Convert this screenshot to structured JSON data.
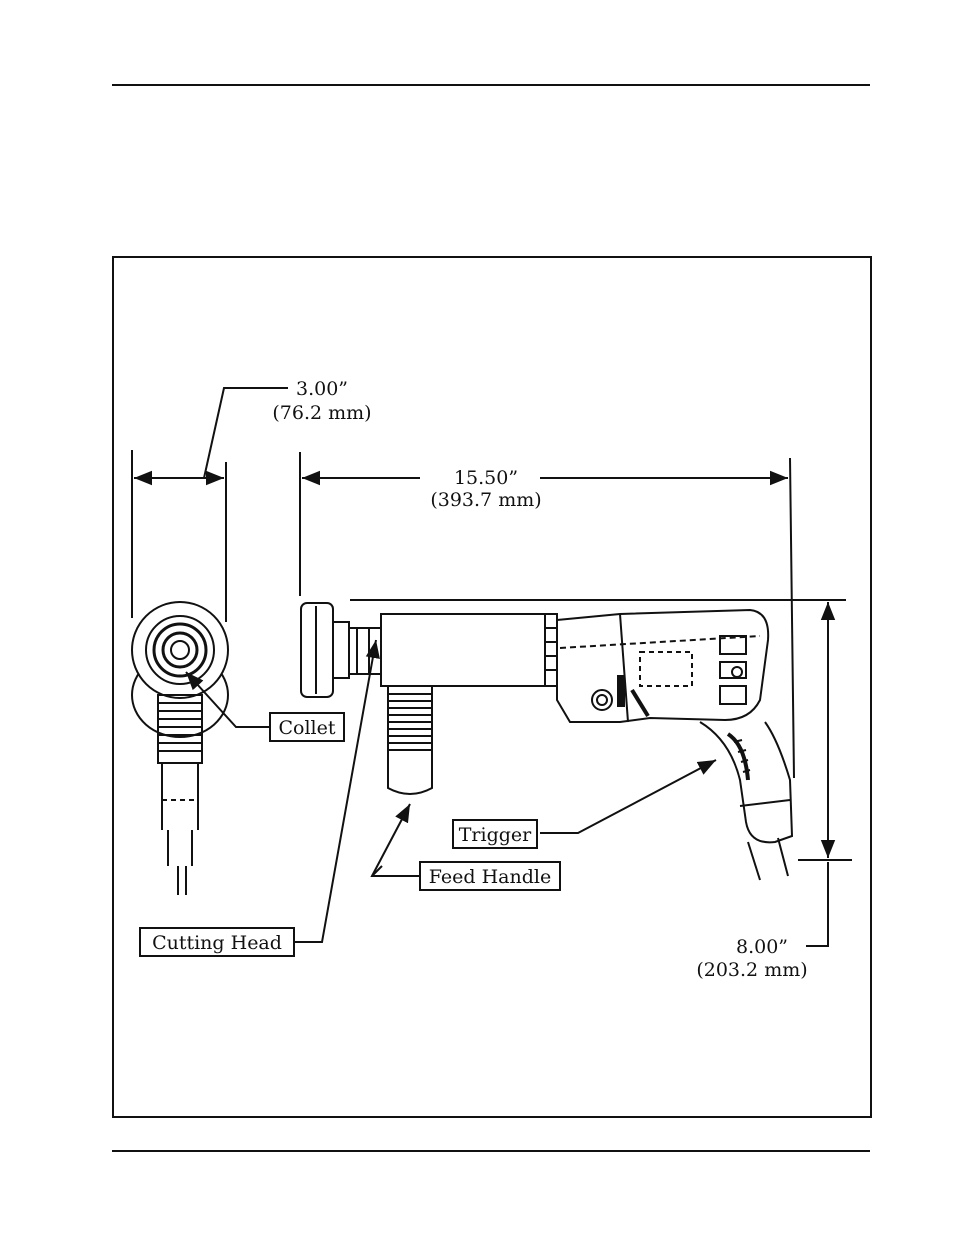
{
  "dimensions": {
    "width": {
      "inches": "3.00”",
      "mm": "(76.2 mm)"
    },
    "length": {
      "inches": "15.50”",
      "mm": "(393.7 mm)"
    },
    "height": {
      "inches": "8.00”",
      "mm": "(203.2 mm)"
    }
  },
  "labels": {
    "collet": "Collet",
    "trigger": "Trigger",
    "feed_handle": "Feed Handle",
    "cutting_head": "Cutting Head"
  }
}
